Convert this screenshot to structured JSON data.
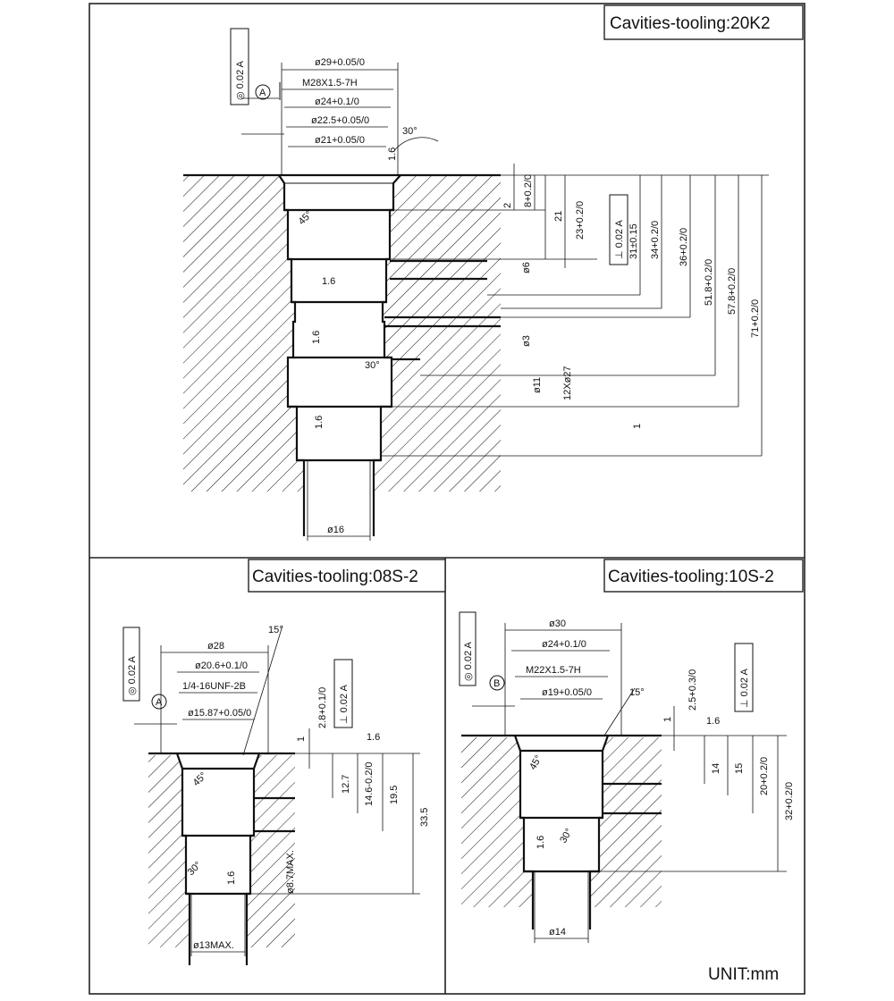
{
  "unit_label": "UNIT:mm",
  "panels": {
    "k20": {
      "title": "Cavities-tooling:20K2",
      "datum_letter": "A",
      "fcf_top": "◎ 0.02 A",
      "dims_top": [
        "ø29+0.05/0",
        "M28X1.5-7H",
        "ø24+0.1/0",
        "ø22.5+0.05/0",
        "ø21+0.05/0"
      ],
      "angle_30": "30°",
      "angle_45": "45°",
      "roughness": "1.6",
      "bottom_dim": "ø16",
      "diams_right": [
        "ø6",
        "ø3",
        "ø11",
        "12Xø27"
      ],
      "depths": [
        "2",
        "8+0.2/0",
        "21",
        "23+0.2/0",
        "31±0.15",
        "34+0.2/0",
        "36+0.2/0",
        "51.8+0.2/0",
        "57.8+0.2/0",
        "71+0.2/0"
      ],
      "fcf_perp": "⊥ 0.02 A",
      "small_one": "1"
    },
    "s08": {
      "title": "Cavities-tooling:08S-2",
      "datum_letter": "A",
      "fcf_left": "◎ 0.02 A",
      "dims_top": [
        "ø28",
        "ø20.6+0.1/0",
        "1/4-16UNF-2B",
        "ø15.87+0.05/0"
      ],
      "angle_15": "15°",
      "angle_30": "30°",
      "angle_45": "45°",
      "roughness": "1.6",
      "fcf_perp": "⊥ 0.02 A",
      "depths": [
        "1",
        "2.8+0.1/0",
        "12.7",
        "14.6-0.2/0",
        "19.5",
        "33.5"
      ],
      "small_dia": "ø8.7MAX.",
      "bottom_dim": "ø13MAX."
    },
    "s10": {
      "title": "Cavities-tooling:10S-2",
      "datum_letter": "B",
      "fcf_left": "◎ 0.02 A",
      "dims_top": [
        "ø30",
        "ø24+0.1/0",
        "M22X1.5-7H",
        "ø19+0.05/0"
      ],
      "angle_15": "15°",
      "angle_30": "30°",
      "angle_45": "45°",
      "roughness": "1.6",
      "fcf_perp": "⊥ 0.02 A",
      "depths": [
        "1",
        "2.5+0.3/0",
        "14",
        "15",
        "20+0.2/0",
        "32+0.2/0"
      ],
      "bottom_dim": "ø14"
    }
  }
}
